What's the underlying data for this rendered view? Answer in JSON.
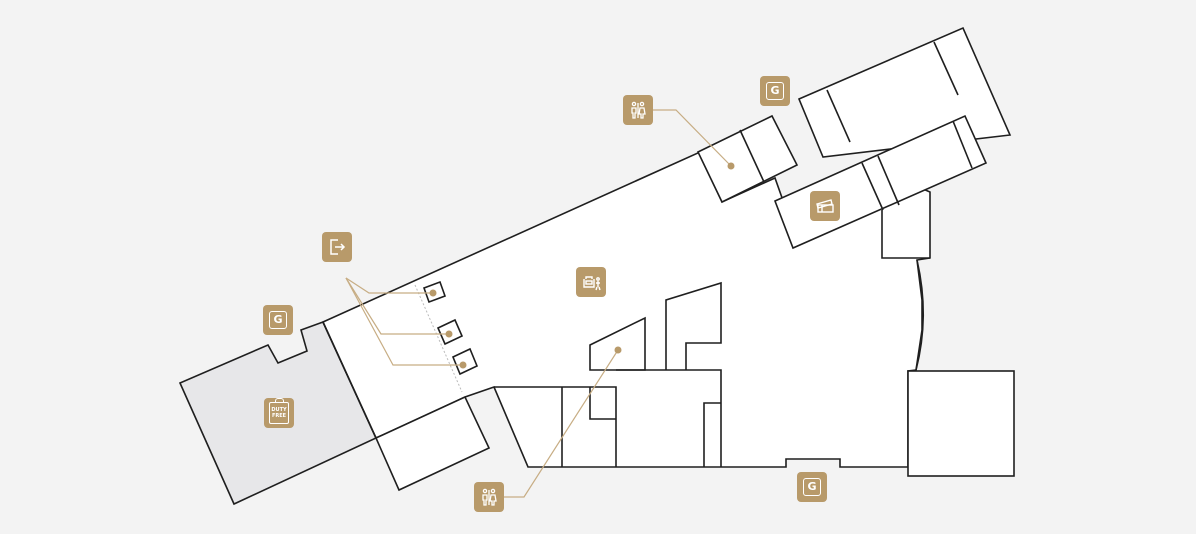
{
  "markers": {
    "gate_top": {
      "icon": "gate-icon",
      "label": "G"
    },
    "gate_left": {
      "icon": "gate-icon",
      "label": "G"
    },
    "gate_bottom": {
      "icon": "gate-icon",
      "label": "G"
    },
    "restroom_top": {
      "icon": "restroom-icon"
    },
    "restroom_bottom": {
      "icon": "restroom-icon"
    },
    "exit": {
      "icon": "exit-icon"
    },
    "lounge": {
      "icon": "lounge-icon"
    },
    "ticket": {
      "icon": "ticket-icon"
    },
    "duty_free": {
      "icon": "duty-free-icon",
      "label_line1": "DUTY",
      "label_line2": "FREE"
    }
  },
  "colors": {
    "background": "#f3f3f3",
    "floor": "#ffffff",
    "duty_free_zone": "#e7e7e9",
    "wall": "#1f1f1f",
    "marker": "#b89a6a",
    "leader_line": "#c7ad84"
  }
}
